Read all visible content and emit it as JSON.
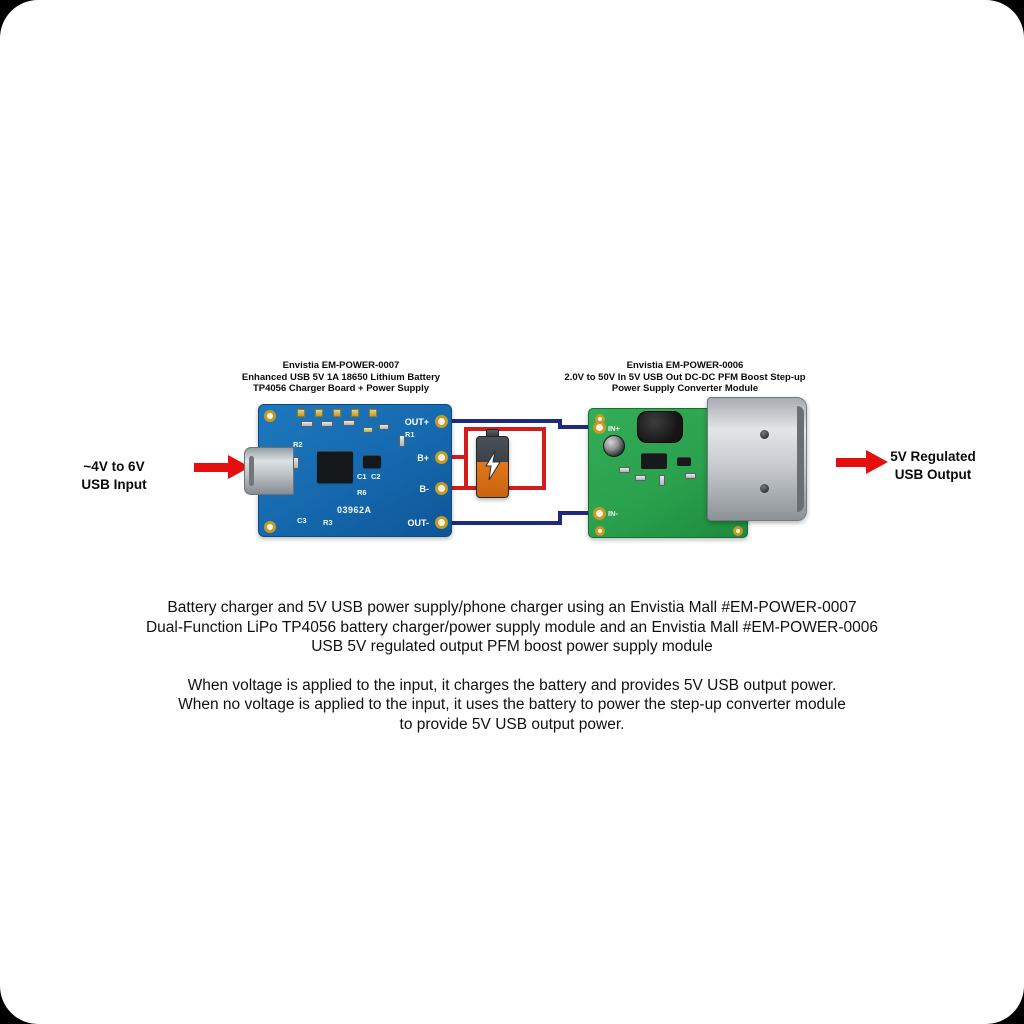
{
  "diagram": {
    "colors": {
      "board_blue": "#1568ae",
      "board_green": "#2aa14d",
      "wire_navy": "#1d2b7e",
      "wire_red": "#d51c1c",
      "arrow_red": "#e60f0f",
      "battery_orange": "#e0761c",
      "pad_gold": "#c59a27"
    },
    "charger_module": {
      "caption_lines": [
        "Envistia EM-POWER-0007",
        "Enhanced USB 5V 1A 18650 Lithium Battery",
        "TP4056 Charger Board + Power Supply"
      ],
      "pad_labels": [
        "OUT+",
        "B+",
        "B-",
        "OUT-"
      ],
      "silkscreen": {
        "r1": "R1",
        "r2": "R2",
        "c1": "C1",
        "c2": "C2",
        "r6": "R6",
        "c3": "C3",
        "r3": "R3",
        "part_number": "03962A"
      }
    },
    "boost_module": {
      "caption_lines": [
        "Envistia EM-POWER-0006",
        "2.0V to 50V In 5V USB Out DC-DC PFM Boost Step-up",
        "Power Supply Converter Module"
      ],
      "silkscreen": {
        "in_plus": "IN+",
        "in_minus": "IN-"
      }
    },
    "input_label_lines": [
      "~4V to 6V",
      "USB Input"
    ],
    "output_label_lines": [
      "5V Regulated",
      "USB Output"
    ]
  },
  "description": {
    "paragraph1_lines": [
      "Battery charger and 5V USB power supply/phone charger using an Envistia Mall #EM-POWER-0007",
      "Dual-Function LiPo TP4056 battery charger/power supply module and an Envistia Mall #EM-POWER-0006",
      "USB 5V regulated output PFM boost power supply module"
    ],
    "paragraph2_lines": [
      "When voltage is applied to the input, it charges the battery and provides 5V USB output power.",
      "When no voltage is applied to the input, it uses the battery to power the step-up converter module",
      "to provide 5V USB output power."
    ]
  }
}
